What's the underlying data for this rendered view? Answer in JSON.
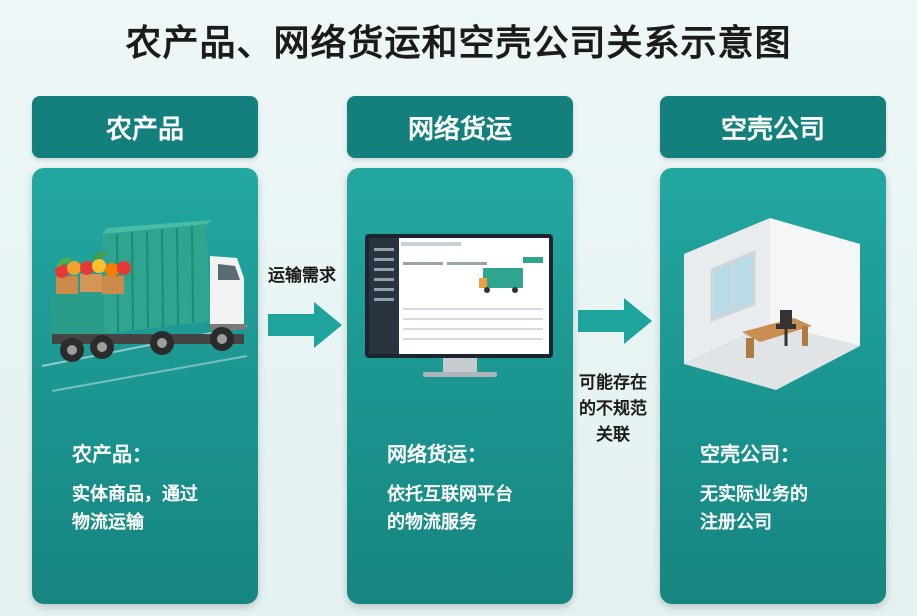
{
  "title": "农产品、网络货运和空壳公司关系示意图",
  "columns": [
    {
      "header": "农产品",
      "desc_title": "农产品：",
      "desc_line1": "实体商品，通过",
      "desc_line2": "物流运输"
    },
    {
      "header": "网络货运",
      "desc_title": "网络货运：",
      "desc_line1": "依托互联网平台",
      "desc_line2": "的物流服务"
    },
    {
      "header": "空壳公司",
      "desc_title": "空壳公司：",
      "desc_line1": "无实际业务的",
      "desc_line2": "注册公司"
    }
  ],
  "arrows": [
    {
      "label_line1": "运输需求"
    },
    {
      "label_line1": "可能存在",
      "label_line2": "的不规范",
      "label_line3": "关联"
    }
  ],
  "colors": {
    "header": "#14807e",
    "card": "#1e9e98",
    "arrow": "#1fa39d"
  }
}
